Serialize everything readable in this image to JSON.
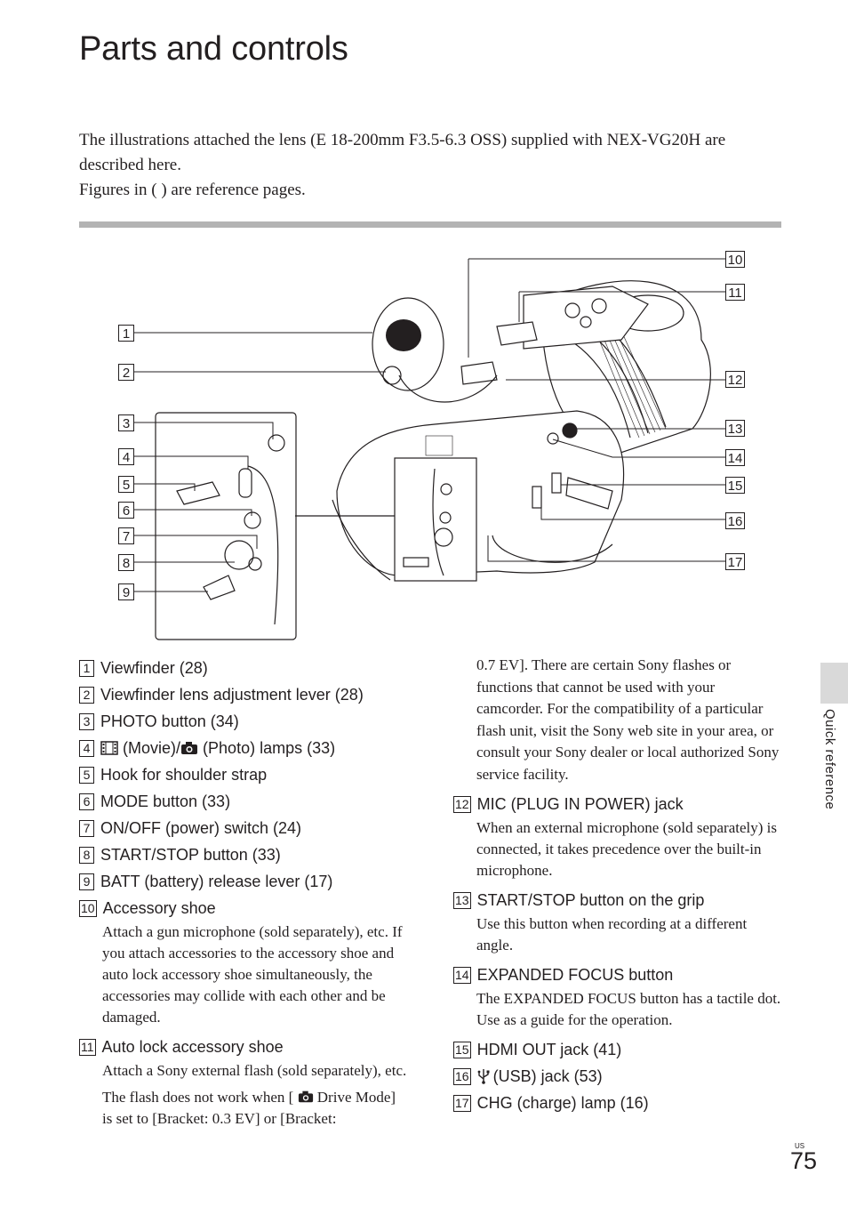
{
  "page": {
    "title": "Parts and controls",
    "intro_line1": "The illustrations attached the lens (E 18-200mm F3.5-6.3 OSS) supplied with NEX-VG20H are described here.",
    "intro_line2": "Figures in ( ) are reference pages.",
    "side_tab": "Quick reference",
    "page_region": "US",
    "page_number": "75"
  },
  "diagram": {
    "callouts": [
      "1",
      "2",
      "3",
      "4",
      "5",
      "6",
      "7",
      "8",
      "9",
      "10",
      "11",
      "12",
      "13",
      "14",
      "15",
      "16",
      "17"
    ]
  },
  "parts_left": [
    {
      "num": "1",
      "label": "Viewfinder (28)"
    },
    {
      "num": "2",
      "label": "Viewfinder lens adjustment lever (28)"
    },
    {
      "num": "3",
      "label": "PHOTO button (34)"
    },
    {
      "num": "4",
      "label": "(Movie)/",
      "label2": "(Photo) lamps (33)",
      "icon1": "movie-icon",
      "icon2": "camera-icon"
    },
    {
      "num": "5",
      "label": "Hook for shoulder strap"
    },
    {
      "num": "6",
      "label": "MODE button (33)"
    },
    {
      "num": "7",
      "label": "ON/OFF (power) switch (24)"
    },
    {
      "num": "8",
      "label": "START/STOP button (33)"
    },
    {
      "num": "9",
      "label": "BATT (battery) release lever (17)"
    },
    {
      "num": "10",
      "label": "Accessory shoe",
      "desc": "Attach a gun microphone (sold separately), etc. If you attach accessories to the accessory shoe and auto lock accessory shoe simultaneously, the accessories may collide with each other and be damaged."
    },
    {
      "num": "11",
      "label": "Auto lock accessory shoe",
      "desc": "Attach a Sony external flash (sold separately), etc.",
      "desc2a": "The flash does not work when [",
      "desc2b": "Drive Mode] is set to [Bracket: 0.3 EV] or [Bracket:"
    }
  ],
  "parts_right_continuation": "0.7 EV]. There are certain Sony flashes or functions that cannot be used with your camcorder. For the compatibility of a particular flash unit, visit the Sony web site in your area, or consult your Sony dealer or local authorized Sony service facility.",
  "parts_right": [
    {
      "num": "12",
      "label": "MIC (PLUG IN POWER) jack",
      "desc": "When an external microphone (sold separately) is connected, it takes precedence over the built-in microphone."
    },
    {
      "num": "13",
      "label": "START/STOP button on the grip",
      "desc": "Use this button when recording at a different angle."
    },
    {
      "num": "14",
      "label": "EXPANDED FOCUS button",
      "desc": "The EXPANDED FOCUS button has a tactile dot. Use as a guide for the operation."
    },
    {
      "num": "15",
      "label": "HDMI OUT jack (41)"
    },
    {
      "num": "16",
      "label": "(USB) jack (53)",
      "icon": "usb-icon"
    },
    {
      "num": "17",
      "label": "CHG (charge) lamp (16)"
    }
  ]
}
